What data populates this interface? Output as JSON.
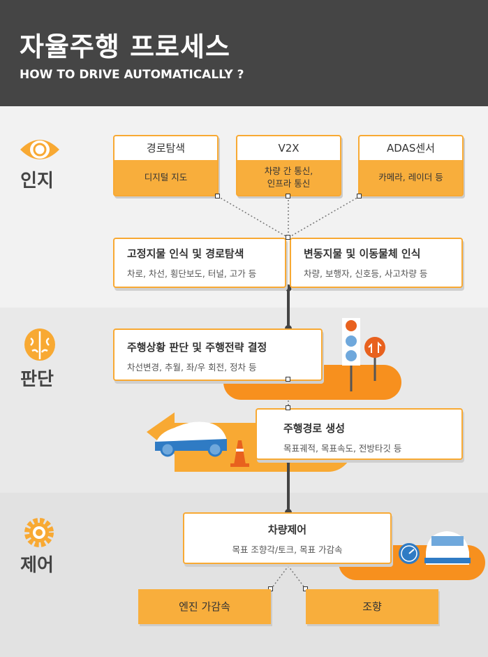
{
  "header": {
    "title": "자율주행 프로세스",
    "subtitle": "HOW TO DRIVE AUTOMATICALLY ?"
  },
  "stages": {
    "perception": "인지",
    "judgment": "판단",
    "control": "제어"
  },
  "perception": {
    "sources": [
      {
        "title": "경로탐색",
        "desc": "디지털 지도"
      },
      {
        "title": "V2X",
        "desc": "차량 간 통신,\n인프라 통신"
      },
      {
        "title": "ADAS센서",
        "desc": "카메라, 레이더 등"
      }
    ],
    "recognition": [
      {
        "title": "고정지물 인식 및 경로탐색",
        "desc": "차로, 차선, 횡단보도, 터널, 고가 등"
      },
      {
        "title": "변동지물 및 이동물체 인식",
        "desc": "차량, 보행자, 신호등, 사고차량 등"
      }
    ]
  },
  "judgment": {
    "decision": {
      "title": "주행상황 판단 및 주행전략 결정",
      "desc": "차선변경, 추월, 좌/우 회전, 정차 등"
    },
    "route": {
      "title": "주행경로 생성",
      "desc": "목표궤적, 목표속도, 전방타깃 등"
    }
  },
  "control": {
    "main": {
      "title": "차량제어",
      "desc": "목표 조향각/토크, 목표 가감속"
    },
    "outputs": [
      "엔진 가감속",
      "조향"
    ]
  },
  "colors": {
    "accent": "#f8ae3c",
    "dark": "#454545",
    "deep_orange": "#f7901e"
  }
}
